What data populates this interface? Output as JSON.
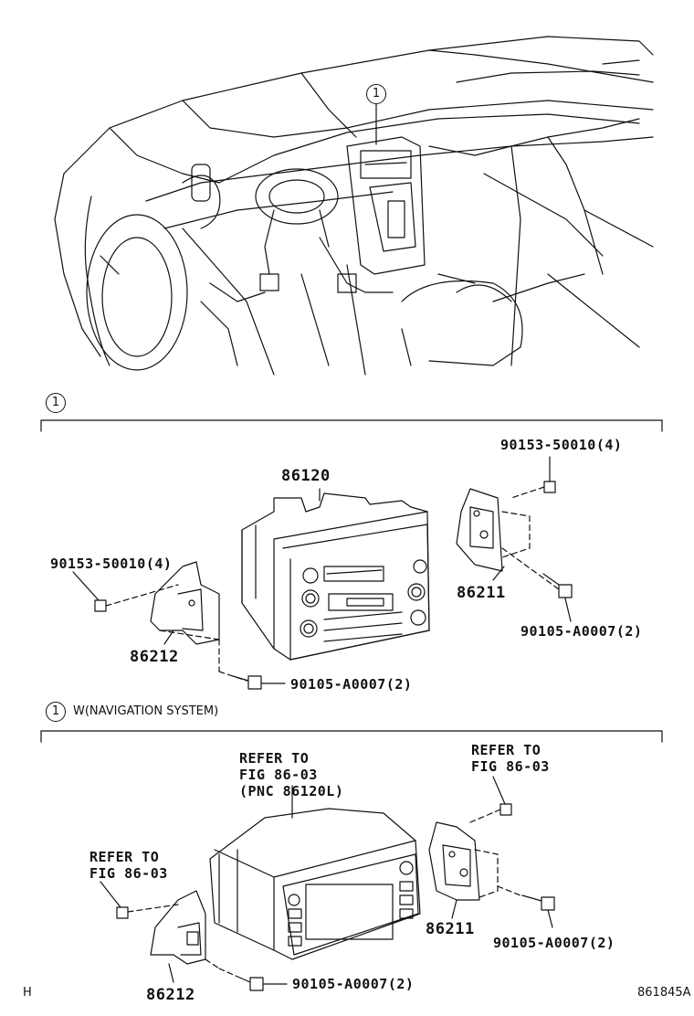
{
  "callouts": {
    "top": "1",
    "section1": "1",
    "section2": "1"
  },
  "section2": {
    "title": "W(NAVIGATION SYSTEM)"
  },
  "parts_section1": {
    "radio": "86120",
    "screw_top_right": "90153-50010(4)",
    "screw_left": "90153-50010(4)",
    "bracket_right": "86211",
    "bolt_right": "90105-A0007(2)",
    "bracket_left": "86212",
    "bolt_bottom": "90105-A0007(2)"
  },
  "parts_section2": {
    "refer_top_center": "REFER TO\nFIG 86-03\n(PNC 86120L)",
    "refer_top_right": "REFER TO\nFIG 86-03",
    "refer_left": "REFER TO\nFIG 86-03",
    "bracket_right": "86211",
    "bolt_right": "90105-A0007(2)",
    "bracket_left": "86212",
    "bolt_bottom": "90105-A0007(2)"
  },
  "footer": {
    "left_mark": "H",
    "figure_code": "861845A"
  }
}
